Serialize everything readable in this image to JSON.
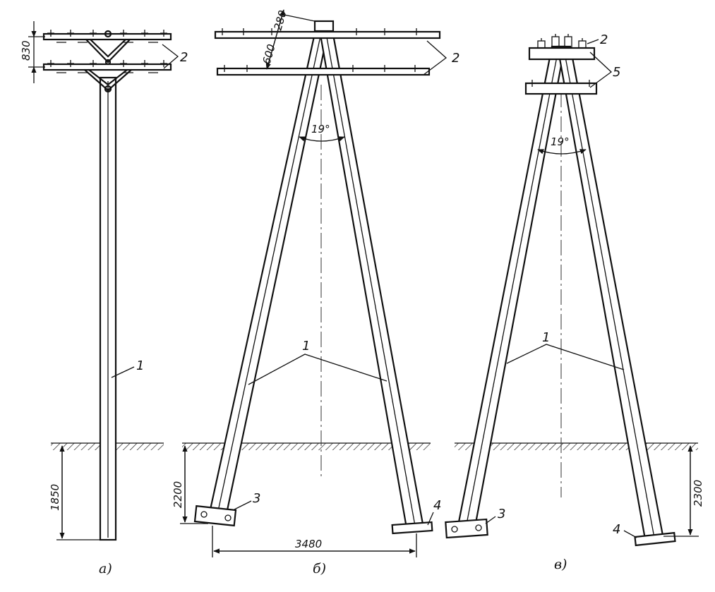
{
  "views": {
    "a": {
      "caption": "а)",
      "dims": {
        "crossarm_spacing": "830",
        "depth": "1850"
      },
      "labels": {
        "pole": "1",
        "crossarm": "2"
      }
    },
    "b": {
      "caption": "б)",
      "dims": {
        "top_offset": "280",
        "crossarm_spacing": "600",
        "angle": "19°",
        "depth": "2200",
        "base_width": "3480"
      },
      "labels": {
        "pole": "1",
        "crossarm": "2",
        "anchor_left": "3",
        "anchor_right": "4"
      }
    },
    "c": {
      "caption": "в)",
      "dims": {
        "angle": "19°",
        "depth": "2300"
      },
      "labels": {
        "pole": "1",
        "crossarm": "2",
        "bar": "5",
        "anchor_left": "3",
        "anchor_right": "4"
      }
    }
  }
}
